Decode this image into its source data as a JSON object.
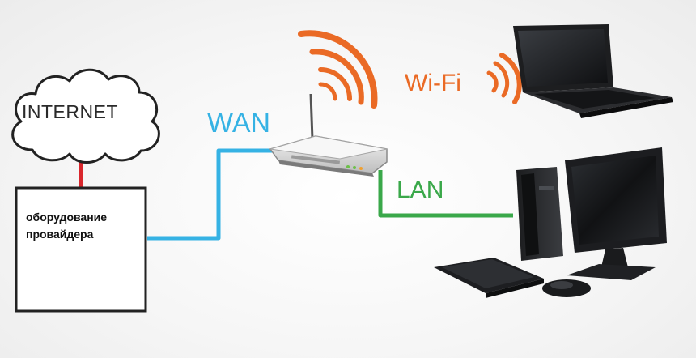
{
  "labels": {
    "internet": "INTERNET",
    "wan": "WAN",
    "lan": "LAN",
    "wifi": "Wi-Fi",
    "provider_line1": "оборудование",
    "provider_line2": "провайдера"
  },
  "colors": {
    "wan": "#35b2e4",
    "lan": "#3aa84a",
    "wifi": "#ea6a25",
    "internet_link": "#d9262c",
    "outline": "#222222"
  },
  "icons": [
    "cloud-icon",
    "router-icon",
    "laptop-icon",
    "desktop-computer-icon",
    "wifi-waves-icon"
  ]
}
